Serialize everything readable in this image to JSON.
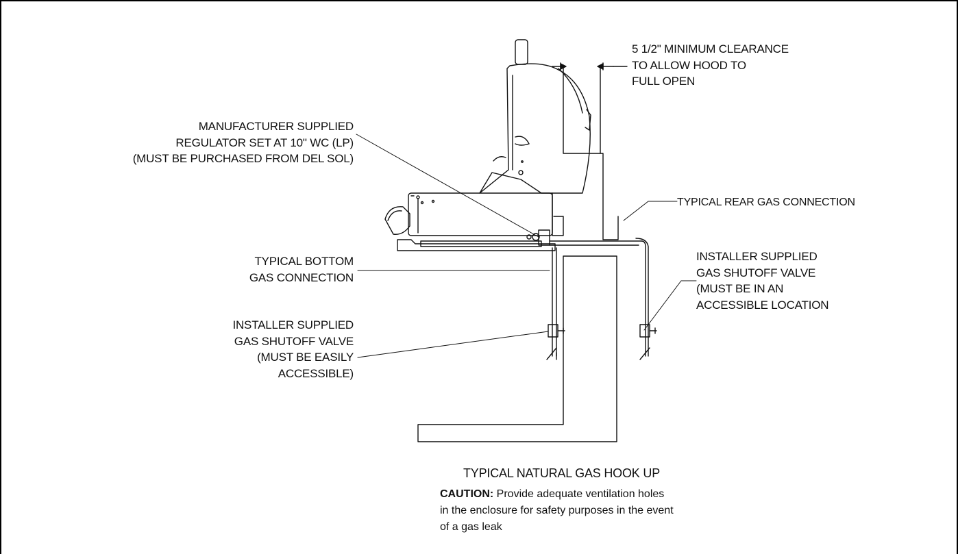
{
  "callouts": {
    "clearance": [
      "5 1/2\" MINIMUM CLEARANCE",
      "TO ALLOW HOOD TO",
      "FULL OPEN"
    ],
    "regulator": [
      "MANUFACTURER SUPPLIED",
      "REGULATOR SET AT 10\" WC (LP)",
      "(MUST BE PURCHASED FROM DEL SOL)"
    ],
    "rear_gas": [
      "TYPICAL REAR GAS CONNECTION"
    ],
    "bottom_gas": [
      "TYPICAL BOTTOM",
      "GAS CONNECTION"
    ],
    "valve_left": [
      "INSTALLER SUPPLIED",
      "GAS SHUTOFF VALVE",
      "(MUST BE EASILY",
      "ACCESSIBLE)"
    ],
    "valve_right": [
      "INSTALLER SUPPLIED",
      "GAS SHUTOFF VALVE",
      "(MUST BE IN AN",
      "ACCESSIBLE LOCATION"
    ]
  },
  "caption": {
    "title": "TYPICAL NATURAL GAS HOOK UP",
    "caution_label": "CAUTION:",
    "caution_lines": [
      " Provide adequate ventilation holes",
      "in the enclosure for safety purposes in the event",
      "of a gas leak"
    ]
  },
  "colors": {
    "line": "#111111",
    "background": "#ffffff"
  }
}
